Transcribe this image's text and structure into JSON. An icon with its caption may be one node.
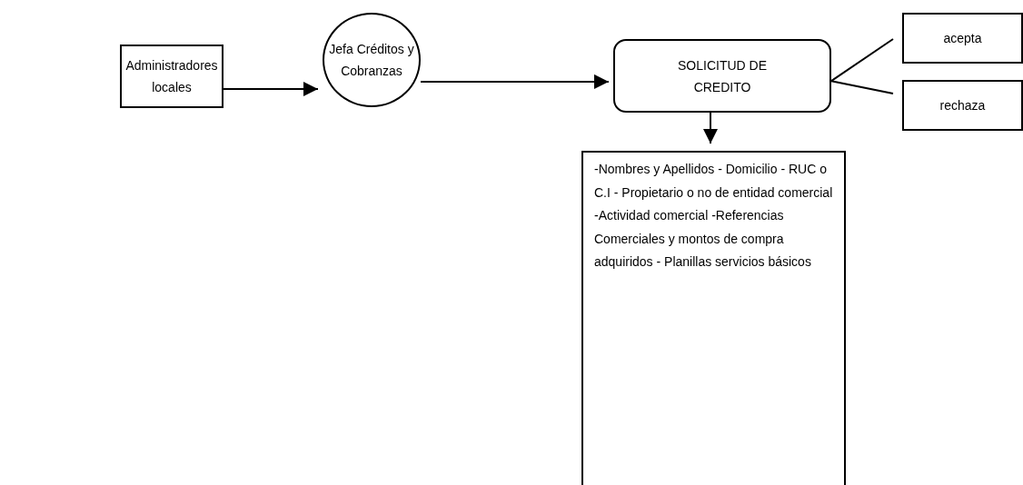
{
  "diagram": {
    "nodes": [
      {
        "text": [
          "Administradores locales"
        ]
      },
      {
        "text": [
          "Jefa Créditos y Cobranzas"
        ]
      },
      {
        "text": [
          "SOLICITUD DE CREDITO"
        ]
      },
      {
        "text": [
          "acepta"
        ]
      },
      {
        "text": [
          "rechaza"
        ]
      },
      {
        "text": [
          "-Nombres y Apellidos - Domicilio - RUC o C.I - Propietario o no de entidad comercial -Actividad comercial -Referencias Comerciales y montos de compra adquiridos - Planillas servicios básicos"
        ]
      }
    ],
    "edges": [
      {
        "from": 0,
        "to": 1,
        "arrow": "to"
      },
      {
        "from": 1,
        "to": 2,
        "arrow": "to"
      },
      {
        "from": 2,
        "to": 3,
        "arrow": "none"
      },
      {
        "from": 2,
        "to": 4,
        "arrow": "none"
      },
      {
        "from": 2,
        "to": 5,
        "arrow": "to"
      }
    ]
  }
}
